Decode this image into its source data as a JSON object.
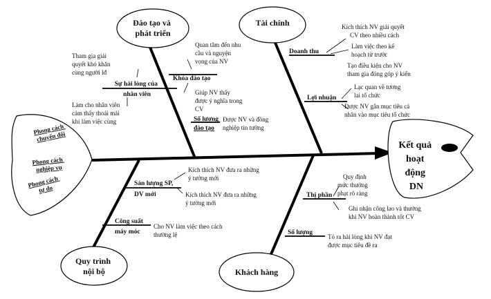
{
  "head": {
    "lines": [
      "Kết quả",
      "hoạt",
      "động",
      "DN"
    ]
  },
  "tail": {
    "items": [
      {
        "lines": [
          "Phong cách",
          "chuyển đổi"
        ]
      },
      {
        "lines": [
          "Phong cách",
          "nghiệp vụ"
        ]
      },
      {
        "lines": [
          "Phong cách",
          "tự do"
        ]
      }
    ]
  },
  "categories": {
    "daotao": {
      "lines": [
        "Đào tạo và",
        "phát triển"
      ]
    },
    "taichinh": {
      "lines": [
        "Tài chính"
      ]
    },
    "quytrinh": {
      "lines": [
        "Quy trình",
        "nội bộ"
      ]
    },
    "khachhang": {
      "lines": [
        "Khách hàng"
      ]
    }
  },
  "branches": {
    "suhailong": {
      "lines": [
        "Sự hài lòng của",
        "nhân viên"
      ]
    },
    "khoadaotao": {
      "lines": [
        "Khóa đào tạo"
      ]
    },
    "soluongdt": {
      "lines": [
        "Số lượng",
        "đào tạo"
      ]
    },
    "doanhthu": {
      "lines": [
        "Doanh thu"
      ]
    },
    "loinhuan": {
      "lines": [
        "Lợi nhuận"
      ]
    },
    "sanluong": {
      "lines": [
        "Sản lượng SP,",
        "DV mới"
      ]
    },
    "congsuat": {
      "lines": [
        "Công suất",
        "máy móc"
      ]
    },
    "thiphan": {
      "lines": [
        "Thị phần"
      ]
    },
    "soluongkh": {
      "lines": [
        "Số lượng"
      ]
    }
  },
  "notes": {
    "thamgia": {
      "lines": [
        "Tham gia giải",
        "quyết khó khăn",
        "cùng người lđ"
      ]
    },
    "lamcho": {
      "lines": [
        "Làm cho nhân viên",
        "cảm thấy thoải mái",
        "khi làm việc cùng"
      ]
    },
    "quantam": {
      "lines": [
        "Quan tâm đến nhu",
        "cầu và nguyện",
        "vọng của NV"
      ]
    },
    "giupnv": {
      "lines": [
        "Giúp NV thấy",
        "được ý nghĩa trong",
        "CV"
      ]
    },
    "duocnv": {
      "lines": [
        "Được NV và đồng",
        "nghiệp tin tưởng"
      ]
    },
    "kichthichgq": {
      "lines": [
        "Kích thích NV giải quyết",
        "CV theo nhiều cách"
      ]
    },
    "lamviec": {
      "lines": [
        "Làm việc theo kế",
        "hoạch từ trước"
      ]
    },
    "taodieukien": {
      "lines": [
        "Tạo điều kiện cho NV",
        "tham gia đóng góp ý kiến"
      ]
    },
    "lacquan": {
      "lines": [
        "Lạc quan về tương",
        "lai tổ chức"
      ]
    },
    "duocnvgan": {
      "lines": [
        "Được NV gắn mục tiêu cá",
        "nhân vào mục tiêu tổ chức"
      ]
    },
    "kichthich1": {
      "lines": [
        "Kích thích NV đưa ra những",
        "ý tưởng mới"
      ]
    },
    "kichthich2": {
      "lines": [
        "Kích thích NV đưa ra những",
        "ý tưởng mới"
      ]
    },
    "chonv": {
      "lines": [
        "Cho NV làm việc theo cách",
        "thường lệ"
      ]
    },
    "quydinh": {
      "lines": [
        "Quy định",
        "mức thưởng",
        "phạt rõ ràng"
      ]
    },
    "ghinhan": {
      "lines": [
        "Ghi nhận công lao và thưởng",
        "khi NV hoàn thành tốt CV"
      ]
    },
    "tora": {
      "lines": [
        "Tỏ ra hài lòng khi NV đạt",
        "được mục tiêu đề ra"
      ]
    }
  }
}
